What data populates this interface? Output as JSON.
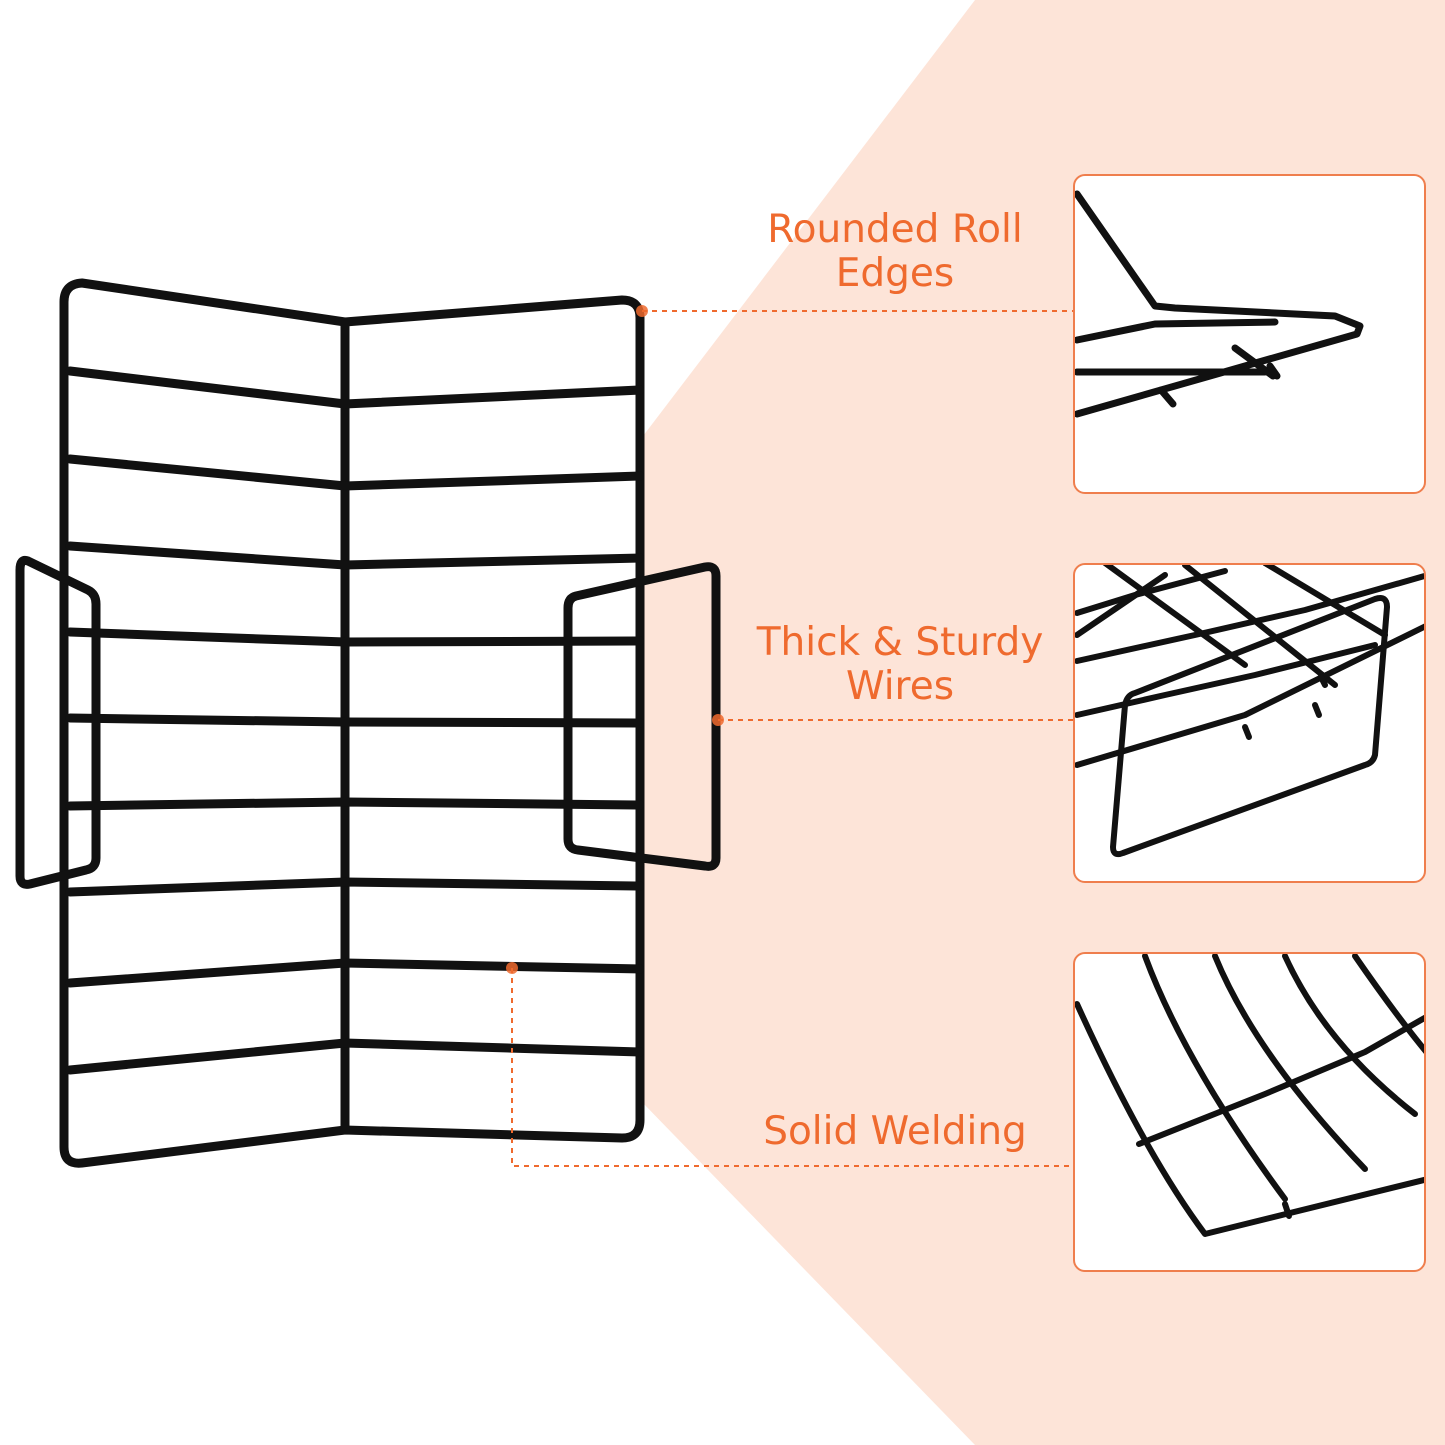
{
  "colors": {
    "accent": "#ef6a2e",
    "background_wedge": "#fde4d8",
    "wire": "#111111",
    "frame_border": "#ef7e4d"
  },
  "features": [
    {
      "label": "Rounded Roll\nEdges"
    },
    {
      "label": "Thick & Sturdy\nWires"
    },
    {
      "label": "Solid Welding"
    }
  ]
}
